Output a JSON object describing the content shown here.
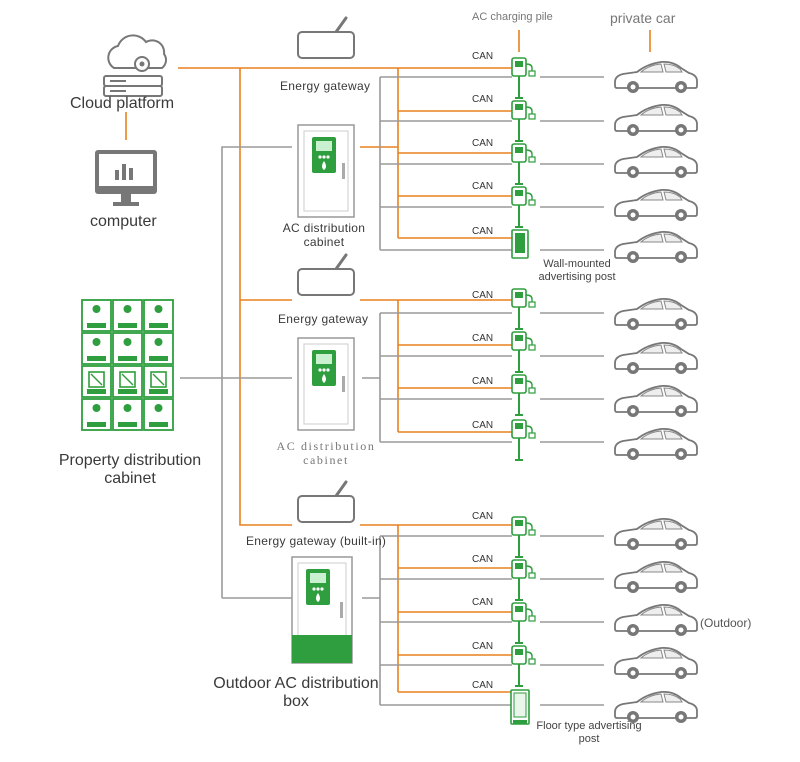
{
  "labels": {
    "cloud_platform": "Cloud platform",
    "computer": "computer",
    "property_cabinet_line1": "Property distribution",
    "property_cabinet_line2": "cabinet",
    "energy_gateway_1": "Energy gateway",
    "energy_gateway_2": "Energy gateway",
    "energy_gateway_3": "Energy gateway (built-in)",
    "ac_cabinet_1_line1": "AC distribution",
    "ac_cabinet_1_line2": "cabinet",
    "ac_cabinet_2_line1": "AC distribution",
    "ac_cabinet_2_line2": "cabinet",
    "outdoor_box_line1": "Outdoor AC distribution",
    "outdoor_box_line2": "box",
    "ac_charging_pile": "AC charging pile",
    "private_car": "private car",
    "wall_post_line1": "Wall-mounted",
    "wall_post_line2": "advertising post",
    "floor_post_line1": "Floor type advertising",
    "floor_post_line2": "post",
    "outdoor": "(Outdoor)",
    "can": "CAN"
  },
  "colors": {
    "orange": "#E8821E",
    "gray": "#9A9A9A",
    "green": "#2E9E3E",
    "device_stroke": "#6a6a6a"
  },
  "icons": [
    "cloud-server-icon",
    "computer-monitor-icon",
    "gateway-router-icon",
    "cabinet-icon",
    "charging-pile-icon",
    "car-icon",
    "advertising-post-icon"
  ]
}
